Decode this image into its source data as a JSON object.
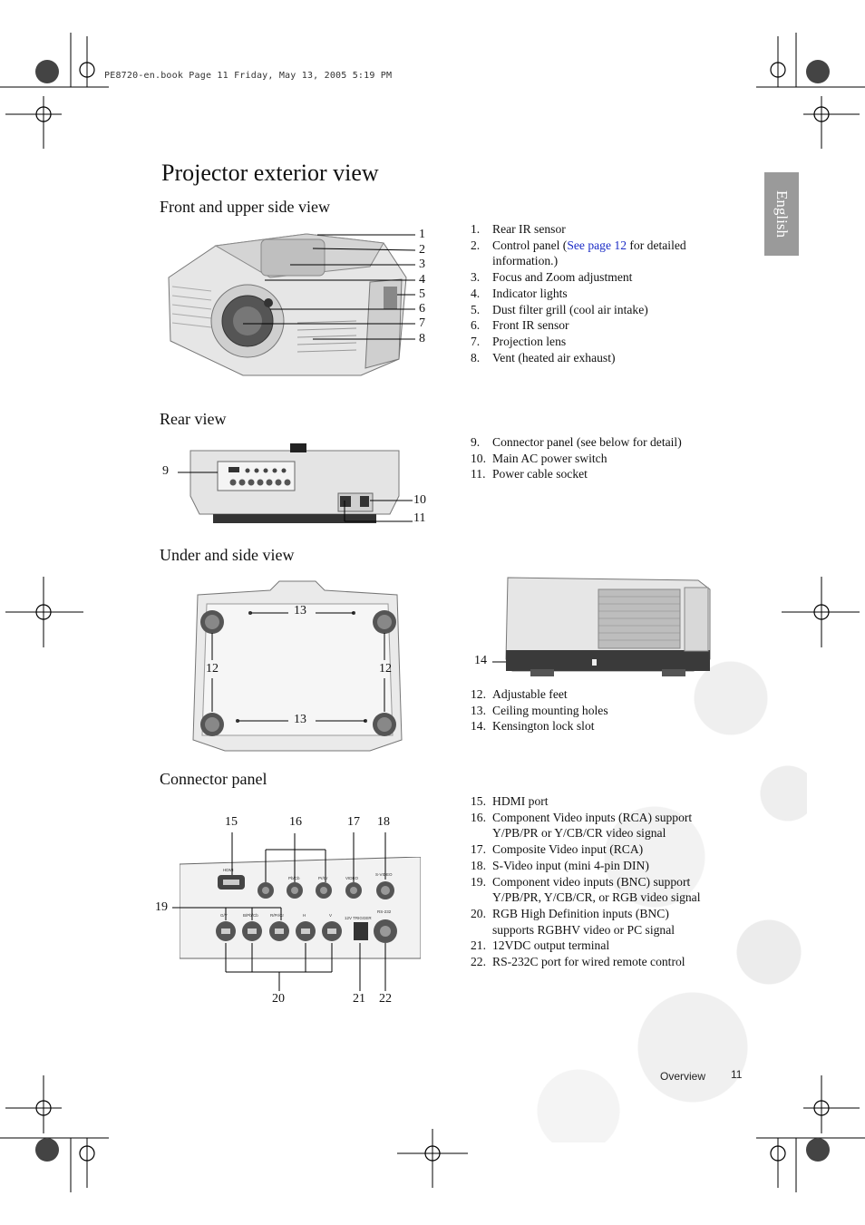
{
  "header_line": "PE8720-en.book  Page 11  Friday, May 13, 2005  5:19 PM",
  "title": "Projector exterior view",
  "side_tab": "English",
  "sections": {
    "front": "Front and upper side view",
    "rear": "Rear view",
    "under": "Under and side view",
    "connector": "Connector panel"
  },
  "front_items": [
    {
      "n": "1.",
      "text": "Rear IR sensor"
    },
    {
      "n": "2.",
      "text_before": "Control panel (",
      "link": "See page 12",
      "text_after": " for detailed information.)"
    },
    {
      "n": "3.",
      "text": "Focus and Zoom adjustment"
    },
    {
      "n": "4.",
      "text": "Indicator lights"
    },
    {
      "n": "5.",
      "text": "Dust filter grill (cool air intake)"
    },
    {
      "n": "6.",
      "text": "Front IR sensor"
    },
    {
      "n": "7.",
      "text": "Projection lens"
    },
    {
      "n": "8.",
      "text": "Vent (heated air exhaust)"
    }
  ],
  "rear_items": [
    {
      "n": "9.",
      "text": "Connector panel (see below for detail)"
    },
    {
      "n": "10.",
      "text": "Main AC power switch"
    },
    {
      "n": "11.",
      "text": "Power cable socket"
    }
  ],
  "under_items": [
    {
      "n": "12.",
      "text": "Adjustable feet"
    },
    {
      "n": "13.",
      "text": "Ceiling mounting holes"
    },
    {
      "n": "14.",
      "text": "Kensington lock slot"
    }
  ],
  "connector_items": [
    {
      "n": "15.",
      "text": "HDMI port"
    },
    {
      "n": "16.",
      "text": "Component Video inputs (RCA) support Y/PB/PR or Y/CB/CR video signal"
    },
    {
      "n": "17.",
      "text": "Composite Video input (RCA)"
    },
    {
      "n": "18.",
      "text": "S-Video input (mini 4-pin DIN)"
    },
    {
      "n": "19.",
      "text": "Component video inputs (BNC) support Y/PB/PR, Y/CB/CR, or RGB video signal"
    },
    {
      "n": "20.",
      "text": "RGB High Definition inputs (BNC) supports RGBHV video or PC signal"
    },
    {
      "n": "21.",
      "text": "12VDC output terminal"
    },
    {
      "n": "22.",
      "text": "RS-232C port for wired remote control"
    }
  ],
  "front_callouts": [
    "1",
    "2",
    "3",
    "4",
    "5",
    "6",
    "7",
    "8"
  ],
  "rear_callouts": {
    "c9": "9",
    "c10": "10",
    "c11": "11"
  },
  "under_callouts": {
    "c13": "13",
    "c12": "12",
    "c14": "14"
  },
  "connector_callouts": {
    "c15": "15",
    "c16": "16",
    "c17": "17",
    "c18": "18",
    "c19": "19",
    "c20": "20",
    "c21": "21",
    "c22": "22"
  },
  "panel_labels": {
    "hdmi": "HDMI",
    "pb": "Pb/Cb",
    "pr": "Pr/Cr",
    "video": "VIDEO",
    "svideo": "S-VIDEO",
    "y": "G/Y",
    "bpb": "B/Pb/Cb",
    "rpr": "R/Pr/Cr",
    "h": "H",
    "v": "V",
    "trigger": "12V TRIGGER",
    "rs232": "RS-232"
  },
  "footer": {
    "section": "Overview",
    "page": "11"
  },
  "colors": {
    "link": "#1b2cc6",
    "tab": "#9a9a9a"
  }
}
